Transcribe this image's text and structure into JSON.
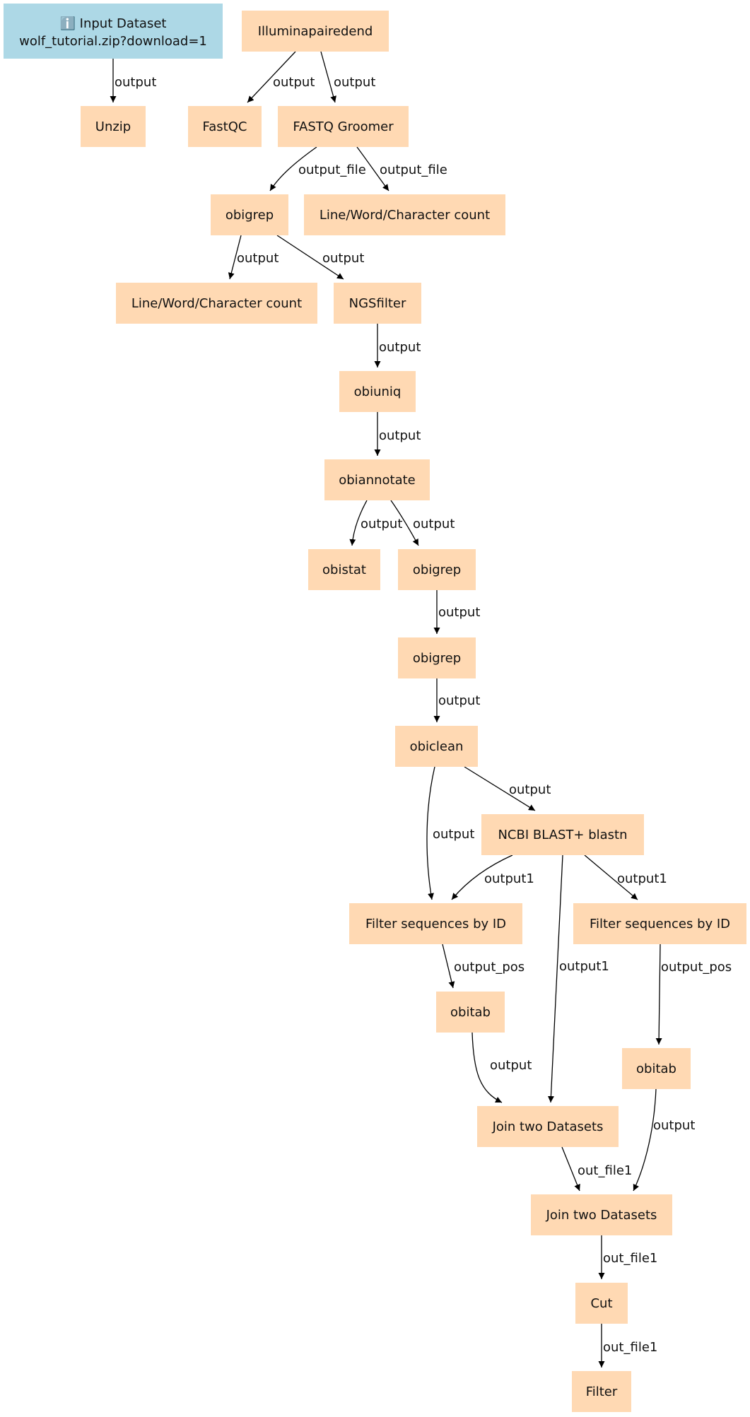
{
  "colors": {
    "input_fill": "#add8e6",
    "tool_fill": "#ffd9b3",
    "edge": "#000000",
    "text": "#111111"
  },
  "nodes": {
    "input": {
      "icon": "info-icon",
      "title": "ℹ️ Input Dataset",
      "subtitle": "wolf_tutorial.zip?download=1"
    },
    "illumina": {
      "label": "Illuminapairedend"
    },
    "unzip": {
      "label": "Unzip"
    },
    "fastqc": {
      "label": "FastQC"
    },
    "groomer": {
      "label": "FASTQ Groomer"
    },
    "obigrep1": {
      "label": "obigrep"
    },
    "wc1": {
      "label": "Line/Word/Character count"
    },
    "wc2": {
      "label": "Line/Word/Character count"
    },
    "ngsfilter": {
      "label": "NGSfilter"
    },
    "obiuniq": {
      "label": "obiuniq"
    },
    "obiannotate": {
      "label": "obiannotate"
    },
    "obistat": {
      "label": "obistat"
    },
    "obigrep2": {
      "label": "obigrep"
    },
    "obigrep3": {
      "label": "obigrep"
    },
    "obiclean": {
      "label": "obiclean"
    },
    "blastn": {
      "label": "NCBI BLAST+ blastn"
    },
    "filter1": {
      "label": "Filter sequences by ID"
    },
    "filter2": {
      "label": "Filter sequences by ID"
    },
    "obitab1": {
      "label": "obitab"
    },
    "obitab2": {
      "label": "obitab"
    },
    "join1": {
      "label": "Join two Datasets"
    },
    "join2": {
      "label": "Join two Datasets"
    },
    "cut": {
      "label": "Cut"
    },
    "filter_final": {
      "label": "Filter"
    }
  },
  "edges": [
    {
      "from": "input",
      "to": "unzip",
      "label": "output"
    },
    {
      "from": "illumina",
      "to": "fastqc",
      "label": "output"
    },
    {
      "from": "illumina",
      "to": "groomer",
      "label": "output"
    },
    {
      "from": "groomer",
      "to": "obigrep1",
      "label": "output_file"
    },
    {
      "from": "groomer",
      "to": "wc1",
      "label": "output_file"
    },
    {
      "from": "obigrep1",
      "to": "wc2",
      "label": "output"
    },
    {
      "from": "obigrep1",
      "to": "ngsfilter",
      "label": "output"
    },
    {
      "from": "ngsfilter",
      "to": "obiuniq",
      "label": "output"
    },
    {
      "from": "obiuniq",
      "to": "obiannotate",
      "label": "output"
    },
    {
      "from": "obiannotate",
      "to": "obistat",
      "label": "output"
    },
    {
      "from": "obiannotate",
      "to": "obigrep2",
      "label": "output"
    },
    {
      "from": "obigrep2",
      "to": "obigrep3",
      "label": "output"
    },
    {
      "from": "obigrep3",
      "to": "obiclean",
      "label": "output"
    },
    {
      "from": "obiclean",
      "to": "filter1",
      "label": "output"
    },
    {
      "from": "obiclean",
      "to": "blastn",
      "label": "output"
    },
    {
      "from": "blastn",
      "to": "filter1",
      "label": "output1"
    },
    {
      "from": "blastn",
      "to": "join1",
      "label": "output1"
    },
    {
      "from": "blastn",
      "to": "filter2",
      "label": "output1"
    },
    {
      "from": "filter1",
      "to": "obitab1",
      "label": "output_pos"
    },
    {
      "from": "filter2",
      "to": "obitab2",
      "label": "output_pos"
    },
    {
      "from": "obitab1",
      "to": "join1",
      "label": "output"
    },
    {
      "from": "obitab2",
      "to": "join2",
      "label": "output"
    },
    {
      "from": "join1",
      "to": "join2",
      "label": "out_file1"
    },
    {
      "from": "join2",
      "to": "cut",
      "label": "out_file1"
    },
    {
      "from": "cut",
      "to": "filter_final",
      "label": "out_file1"
    }
  ]
}
